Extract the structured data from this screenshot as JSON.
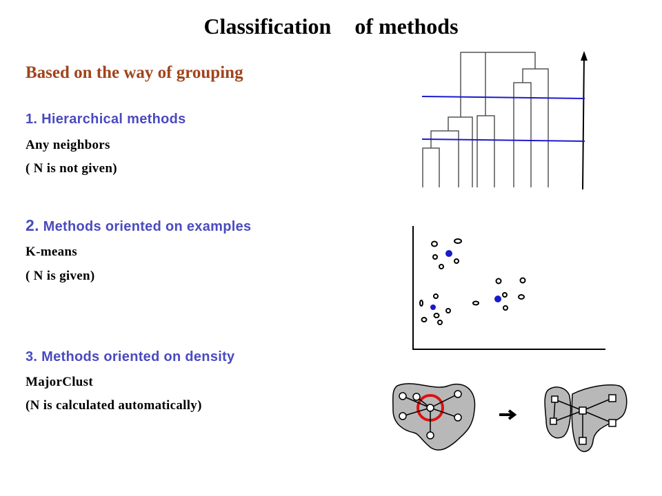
{
  "slide": {
    "title_part1": "Classification",
    "title_part2": "of  methods",
    "subtitle": "Based on the way of grouping",
    "methods": [
      {
        "number": "1.",
        "name": "Hierarchical methods",
        "line1": "Any neighbors",
        "line2": "( N is not given)"
      },
      {
        "number": "2.",
        "name": "Methods oriented on examples",
        "line1": "K-means",
        "line2": "( N is given)"
      },
      {
        "number": "3.",
        "name": "Methods oriented on density",
        "line1": "MajorClust",
        "line2": "(N is calculated  automatically)"
      }
    ],
    "colors": {
      "subtitle": "#a0441c",
      "method_heading": "#4a4ac0",
      "text": "#000000",
      "centroid": "#1a1acc",
      "cut_line": "#1a1acc",
      "highlight": "#dd1111",
      "cluster_fill": "#b8b8b8"
    },
    "icons": [
      "dendrogram-figure",
      "kmeans-scatter-figure",
      "majorclust-graph-figure",
      "right-arrow-icon"
    ]
  }
}
